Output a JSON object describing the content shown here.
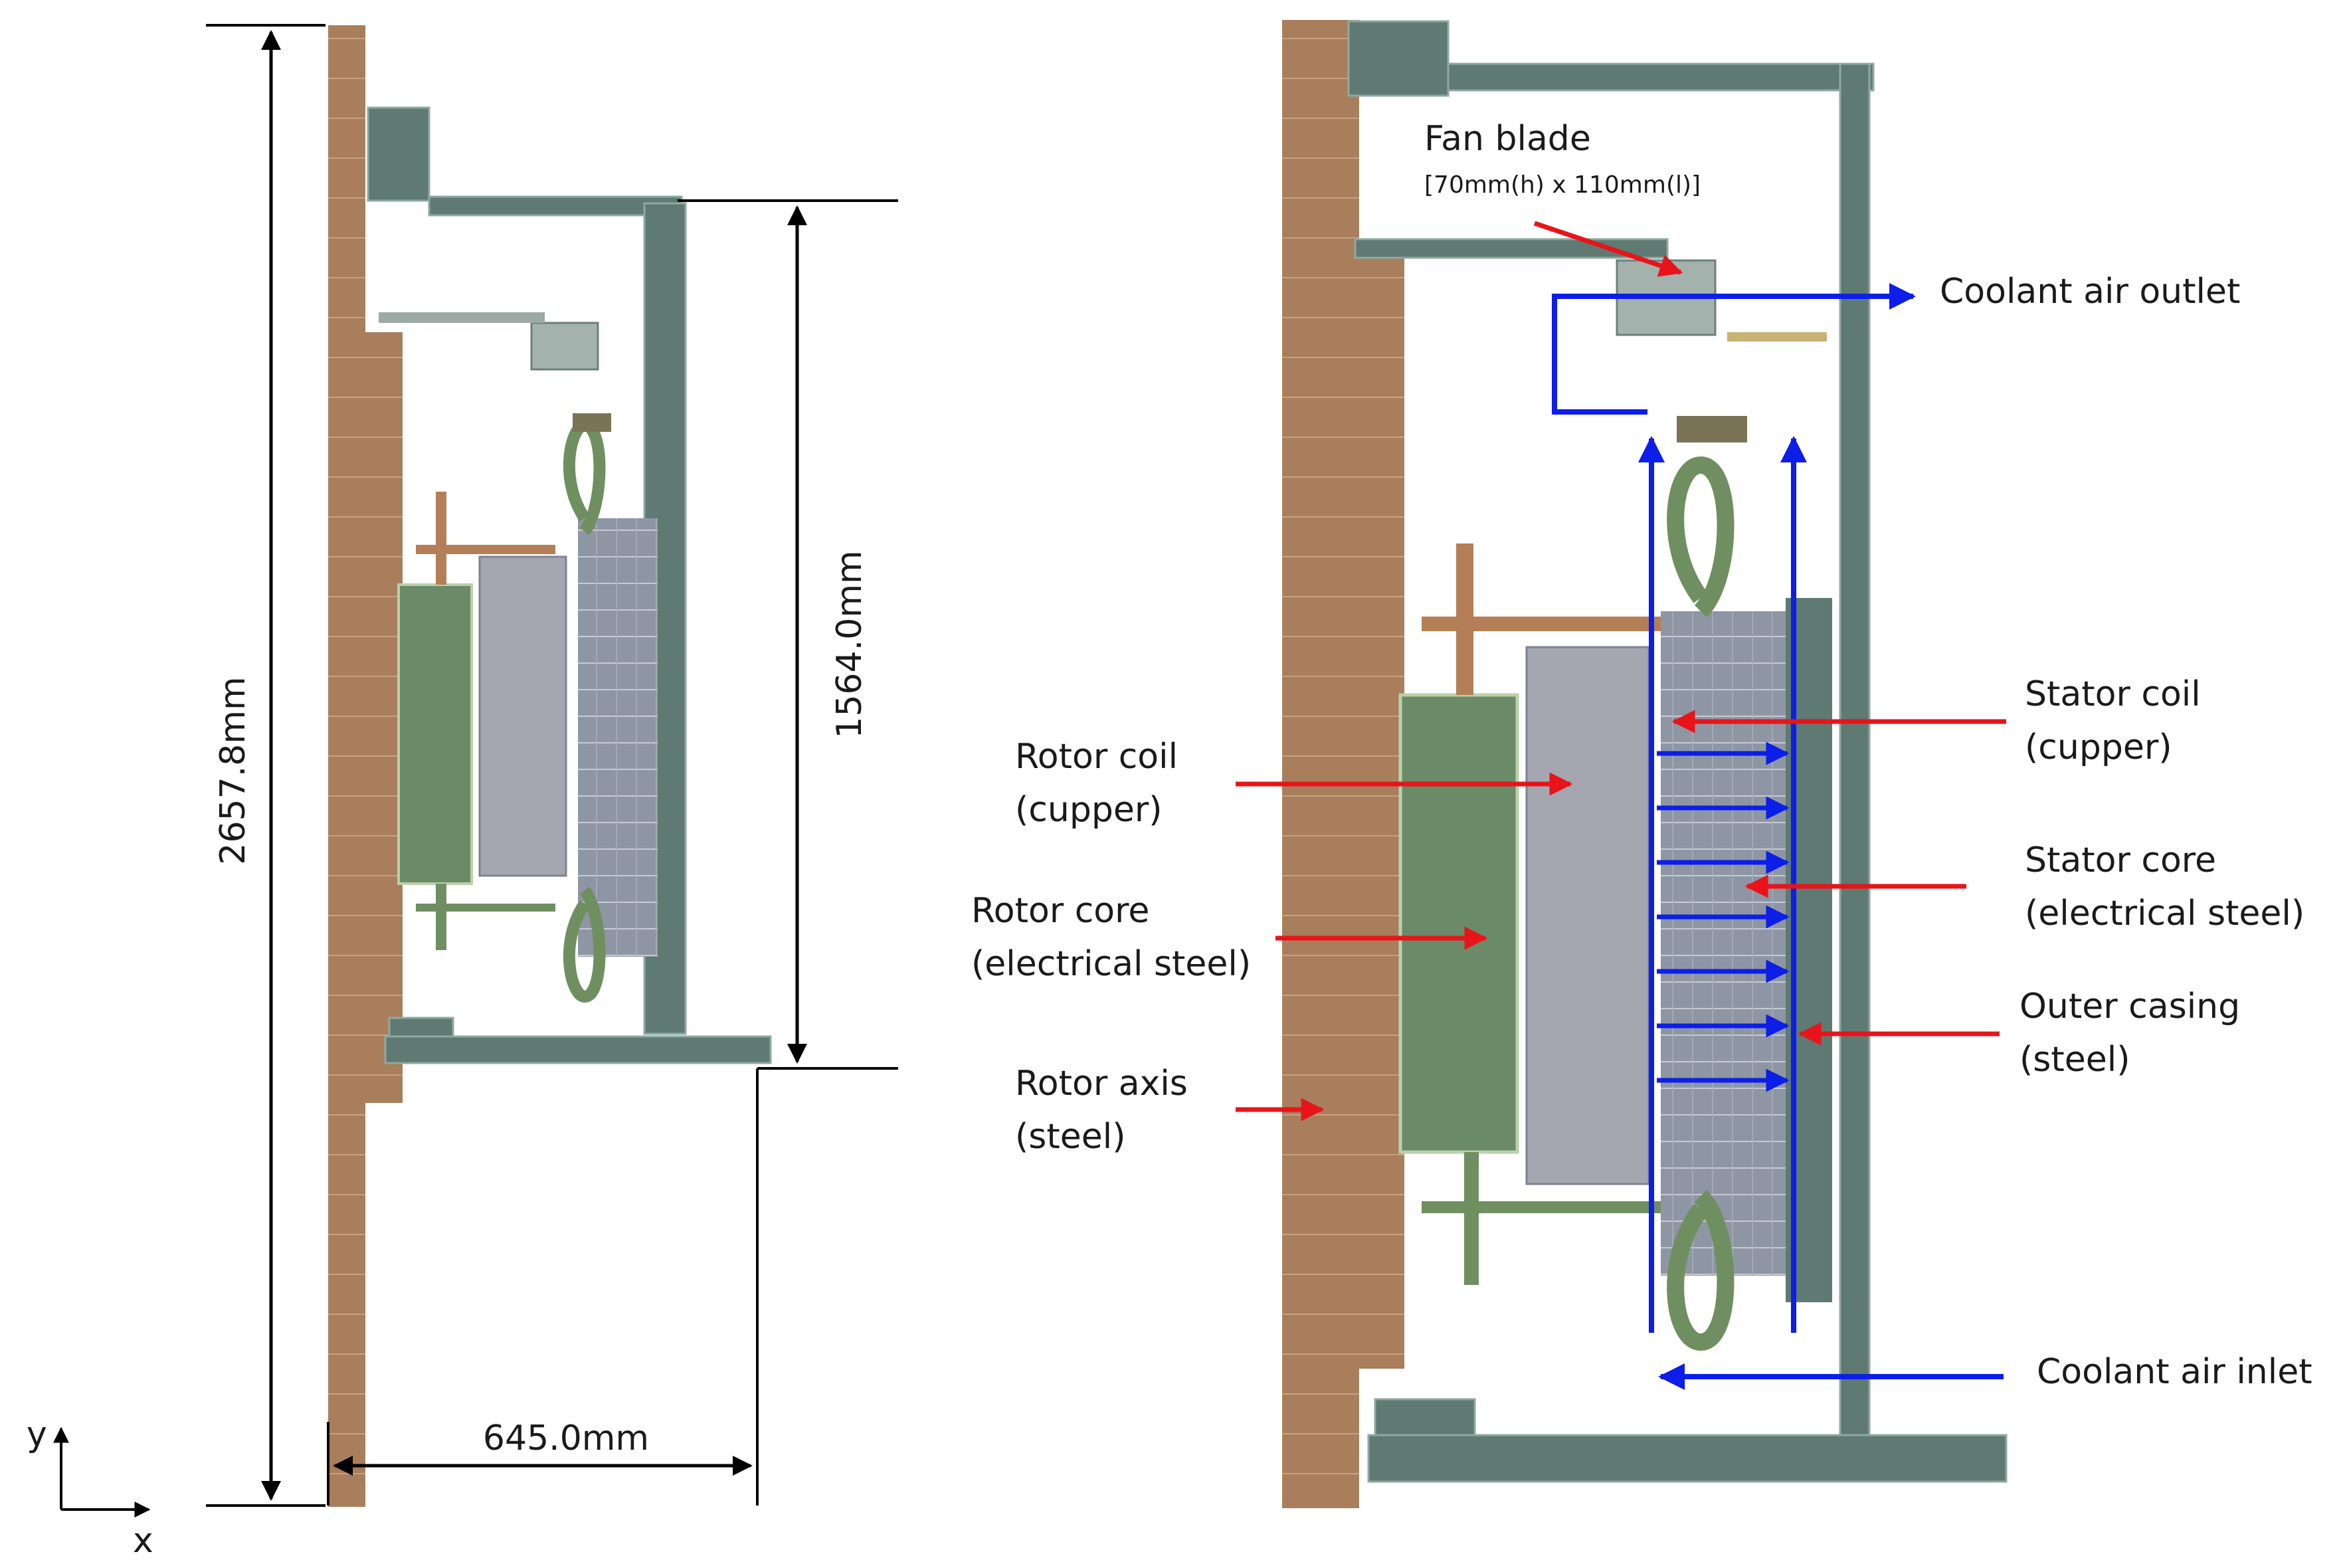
{
  "left_panel": {
    "dim_total_height": "2657.8mm",
    "dim_stator_height": "1564.0mm",
    "dim_radius": "645.0mm",
    "axis_y": "y",
    "axis_x": "x"
  },
  "right_panel": {
    "fan_blade": {
      "title": "Fan blade",
      "size": "[70mm(h) x 110mm(l)]"
    },
    "coolant_outlet": "Coolant air outlet",
    "coolant_inlet": "Coolant air inlet",
    "stator_coil": {
      "line1": "Stator coil",
      "line2": "(cupper)"
    },
    "stator_core": {
      "line1": "Stator core",
      "line2": "(electrical steel)"
    },
    "outer_casing": {
      "line1": "Outer casing",
      "line2": "(steel)"
    },
    "rotor_coil": {
      "line1": "Rotor coil",
      "line2": "(cupper)"
    },
    "rotor_core": {
      "line1": "Rotor core",
      "line2": "(electrical steel)"
    },
    "rotor_axis": {
      "line1": "Rotor axis",
      "line2": "(steel)"
    }
  },
  "colors": {
    "shaft": "#a87e5c",
    "casing": "#5e7a72",
    "rotor_core": "#6b8a68",
    "rotor_coil": "#a4a6b0",
    "stator_core": "#8e96a4",
    "coil_green": "#6f8f60",
    "flow_arrow": "#0c1ee8",
    "pointer_arrow": "#e8141a",
    "dimension_line": "#000000"
  }
}
